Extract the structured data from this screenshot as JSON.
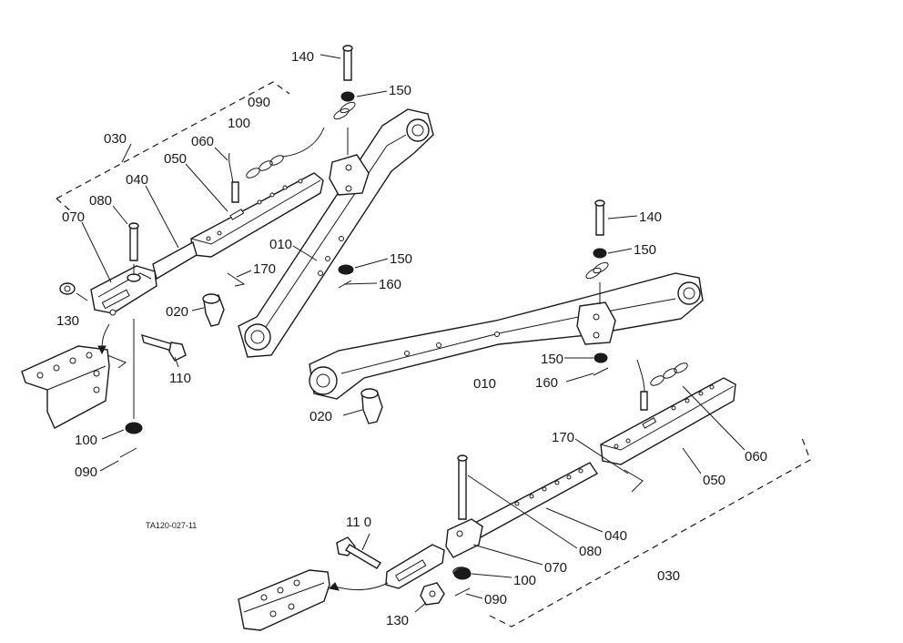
{
  "diagram": {
    "drawing_code": "TA120-027-11",
    "labels": {
      "l140a": "140",
      "l150a": "150",
      "l090a": "090",
      "l100a": "100",
      "l030a": "030",
      "l060a": "060",
      "l050a": "050",
      "l040a": "040",
      "l080a": "080",
      "l070a": "070",
      "l010a": "010",
      "l170a": "170",
      "l150b": "150",
      "l160a": "160",
      "l130a": "130",
      "l020a": "020",
      "l110a": "110",
      "l100b": "100",
      "l090b": "090",
      "l140b": "140",
      "l150c": "150",
      "l010b": "010",
      "l150d": "150",
      "l160b": "160",
      "l020b": "020",
      "l170b": "170",
      "l060b": "060",
      "l050b": "050",
      "l040b": "040",
      "l080b": "080",
      "l070b": "070",
      "l100c": "100",
      "l090c": "090",
      "l110b": "11 0",
      "l130b": "130",
      "l030b": "030"
    }
  }
}
